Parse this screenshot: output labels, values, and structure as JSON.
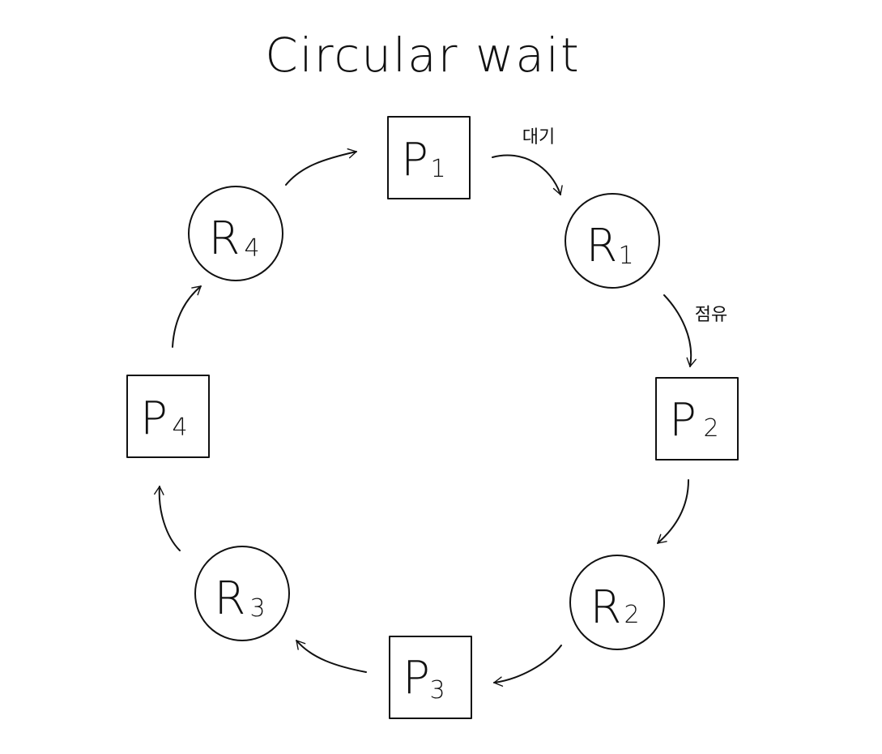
{
  "title": "Circular wait",
  "nodes": {
    "p1": {
      "letter": "P",
      "sub": "1",
      "type": "process"
    },
    "r1": {
      "letter": "R",
      "sub": "1",
      "type": "resource"
    },
    "p2": {
      "letter": "P",
      "sub": "2",
      "type": "process"
    },
    "r2": {
      "letter": "R",
      "sub": "2",
      "type": "resource"
    },
    "p3": {
      "letter": "P",
      "sub": "3",
      "type": "process"
    },
    "r3": {
      "letter": "R",
      "sub": "3",
      "type": "resource"
    },
    "p4": {
      "letter": "P",
      "sub": "4",
      "type": "process"
    },
    "r4": {
      "letter": "R",
      "sub": "4",
      "type": "resource"
    }
  },
  "edge_labels": {
    "wait": "대기",
    "hold": "점유"
  },
  "edges": [
    {
      "from": "p1",
      "to": "r1",
      "label": "대기"
    },
    {
      "from": "r1",
      "to": "p2",
      "label": "점유"
    },
    {
      "from": "p2",
      "to": "r2"
    },
    {
      "from": "r2",
      "to": "p3"
    },
    {
      "from": "p3",
      "to": "r3"
    },
    {
      "from": "r3",
      "to": "p4"
    },
    {
      "from": "p4",
      "to": "r4"
    },
    {
      "from": "r4",
      "to": "p1"
    }
  ]
}
